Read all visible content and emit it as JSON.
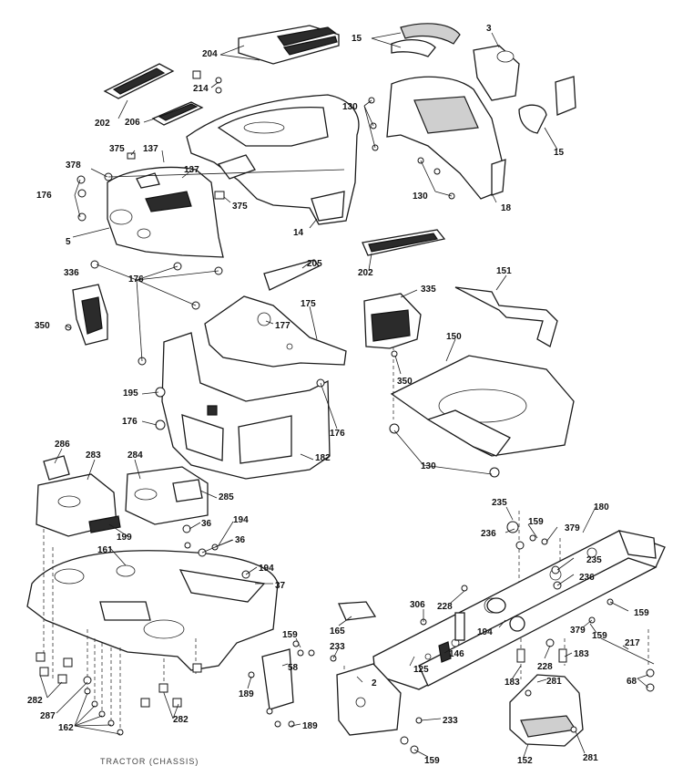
{
  "diagram": {
    "footer_text": "TRACTOR (CHASSIS)",
    "callouts": [
      {
        "id": "c-204",
        "text": "204"
      },
      {
        "id": "c-15a",
        "text": "15"
      },
      {
        "id": "c-3",
        "text": "3"
      },
      {
        "id": "c-214",
        "text": "214"
      },
      {
        "id": "c-202a",
        "text": "202"
      },
      {
        "id": "c-206",
        "text": "206"
      },
      {
        "id": "c-130a",
        "text": "130"
      },
      {
        "id": "c-375a",
        "text": "375"
      },
      {
        "id": "c-137a",
        "text": "137"
      },
      {
        "id": "c-15b",
        "text": "15"
      },
      {
        "id": "c-378",
        "text": "378"
      },
      {
        "id": "c-137b",
        "text": "137"
      },
      {
        "id": "c-176a",
        "text": "176"
      },
      {
        "id": "c-375b",
        "text": "375"
      },
      {
        "id": "c-130b",
        "text": "130"
      },
      {
        "id": "c-18",
        "text": "18"
      },
      {
        "id": "c-5",
        "text": "5"
      },
      {
        "id": "c-14",
        "text": "14"
      },
      {
        "id": "c-202b",
        "text": "202"
      },
      {
        "id": "c-205",
        "text": "205"
      },
      {
        "id": "c-336",
        "text": "336"
      },
      {
        "id": "c-176b",
        "text": "176"
      },
      {
        "id": "c-151",
        "text": "151"
      },
      {
        "id": "c-175",
        "text": "175"
      },
      {
        "id": "c-335",
        "text": "335"
      },
      {
        "id": "c-350a",
        "text": "350"
      },
      {
        "id": "c-177",
        "text": "177"
      },
      {
        "id": "c-150",
        "text": "150"
      },
      {
        "id": "c-350b",
        "text": "350"
      },
      {
        "id": "c-195",
        "text": "195"
      },
      {
        "id": "c-176c",
        "text": "176"
      },
      {
        "id": "c-176d",
        "text": "176"
      },
      {
        "id": "c-182",
        "text": "182"
      },
      {
        "id": "c-130c",
        "text": "130"
      },
      {
        "id": "c-286",
        "text": "286"
      },
      {
        "id": "c-283",
        "text": "283"
      },
      {
        "id": "c-284",
        "text": "284"
      },
      {
        "id": "c-285",
        "text": "285"
      },
      {
        "id": "c-235a",
        "text": "235"
      },
      {
        "id": "c-180",
        "text": "180"
      },
      {
        "id": "c-159a",
        "text": "159"
      },
      {
        "id": "c-236a",
        "text": "236"
      },
      {
        "id": "c-379a",
        "text": "379"
      },
      {
        "id": "c-36a",
        "text": "36"
      },
      {
        "id": "c-194a",
        "text": "194"
      },
      {
        "id": "c-199",
        "text": "199"
      },
      {
        "id": "c-36b",
        "text": "36"
      },
      {
        "id": "c-235b",
        "text": "235"
      },
      {
        "id": "c-161",
        "text": "161"
      },
      {
        "id": "c-194b",
        "text": "194"
      },
      {
        "id": "c-236b",
        "text": "236"
      },
      {
        "id": "c-37",
        "text": "37"
      },
      {
        "id": "c-306",
        "text": "306"
      },
      {
        "id": "c-228a",
        "text": "228"
      },
      {
        "id": "c-159b",
        "text": "159"
      },
      {
        "id": "c-165",
        "text": "165"
      },
      {
        "id": "c-194c",
        "text": "194"
      },
      {
        "id": "c-379b",
        "text": "379"
      },
      {
        "id": "c-159c",
        "text": "159"
      },
      {
        "id": "c-159d",
        "text": "159"
      },
      {
        "id": "c-233a",
        "text": "233"
      },
      {
        "id": "c-146",
        "text": "146"
      },
      {
        "id": "c-228b",
        "text": "228"
      },
      {
        "id": "c-217",
        "text": "217"
      },
      {
        "id": "c-183a",
        "text": "183"
      },
      {
        "id": "c-58",
        "text": "58"
      },
      {
        "id": "c-125",
        "text": "125"
      },
      {
        "id": "c-282a",
        "text": "282"
      },
      {
        "id": "c-189a",
        "text": "189"
      },
      {
        "id": "c-2",
        "text": "2"
      },
      {
        "id": "c-183b",
        "text": "183"
      },
      {
        "id": "c-281a",
        "text": "281"
      },
      {
        "id": "c-68",
        "text": "68"
      },
      {
        "id": "c-287",
        "text": "287"
      },
      {
        "id": "c-282b",
        "text": "282"
      },
      {
        "id": "c-162",
        "text": "162"
      },
      {
        "id": "c-189b",
        "text": "189"
      },
      {
        "id": "c-233b",
        "text": "233"
      },
      {
        "id": "c-159e",
        "text": "159"
      },
      {
        "id": "c-152",
        "text": "152"
      },
      {
        "id": "c-281b",
        "text": "281"
      }
    ]
  }
}
